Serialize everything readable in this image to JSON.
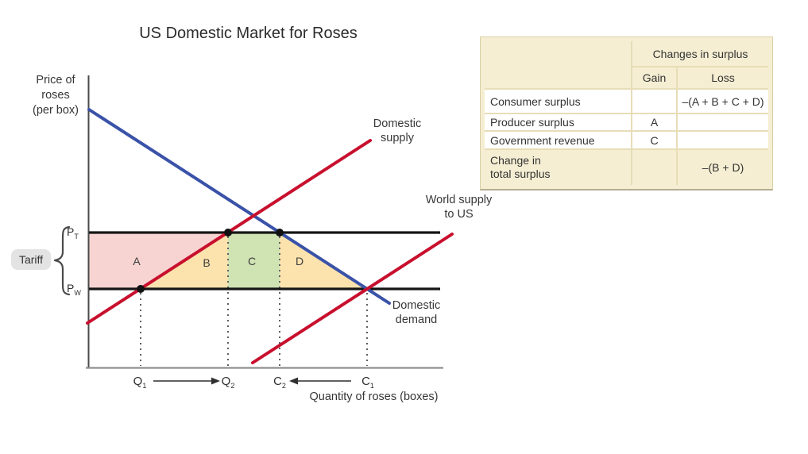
{
  "title": "US Domestic Market for Roses",
  "chart": {
    "y_axis_label_lines": [
      "Price of",
      "roses",
      "(per box)"
    ],
    "x_axis_label": "Quantity of roses (boxes)",
    "tariff_label": "Tariff",
    "price_labels": {
      "pt": {
        "base": "P",
        "sub": "T"
      },
      "pw": {
        "base": "P",
        "sub": "W"
      }
    },
    "x_ticks": [
      {
        "base": "Q",
        "sub": "1"
      },
      {
        "base": "Q",
        "sub": "2"
      },
      {
        "base": "C",
        "sub": "2"
      },
      {
        "base": "C",
        "sub": "1"
      }
    ],
    "region_labels": {
      "a": "A",
      "b": "B",
      "c": "C",
      "d": "D"
    },
    "curve_labels": {
      "domestic_supply_lines": [
        "Domestic",
        "supply"
      ],
      "world_supply_lines": [
        "World supply",
        "to US"
      ],
      "domestic_demand_lines": [
        "Domestic",
        "demand"
      ]
    },
    "colors": {
      "supply_red": "#c8102e",
      "demand_blue": "#3a52a8",
      "region_a_pink": "#f7d4d1",
      "region_b_yellow": "#fce3ae",
      "region_c_green": "#cfe3b3",
      "region_d_yellow": "#fce3ae",
      "price_line_black": "#151515",
      "table_beige": "#f5eed3"
    }
  },
  "table": {
    "changes_header": "Changes in surplus",
    "gain_header": "Gain",
    "loss_header": "Loss",
    "rows": [
      {
        "label": "Consumer surplus",
        "gain": "",
        "loss": "–(A + B + C + D)"
      },
      {
        "label": "Producer surplus",
        "gain": "A",
        "loss": ""
      },
      {
        "label": "Government revenue",
        "gain": "C",
        "loss": ""
      }
    ],
    "footer_label_lines": [
      "Change in",
      "total surplus"
    ],
    "footer_gain": "",
    "footer_loss": "–(B + D)"
  },
  "chart_data": {
    "type": "line",
    "title": "US Domestic Market for Roses",
    "xlabel": "Quantity of roses (boxes)",
    "ylabel": "Price of roses (per box)",
    "xlim": [
      0,
      10
    ],
    "ylim": [
      0,
      10
    ],
    "grid": false,
    "axes_numeric_labels": false,
    "series": [
      {
        "name": "Domestic demand",
        "color": "#3a52a8",
        "points": [
          [
            0,
            8.8
          ],
          [
            8.5,
            2.2
          ]
        ]
      },
      {
        "name": "Domestic supply",
        "color": "#c8102e",
        "points": [
          [
            0,
            1.5
          ],
          [
            7.9,
            7.7
          ]
        ]
      },
      {
        "name": "World supply to US",
        "color": "#c8102e",
        "points": [
          [
            4.6,
            0.2
          ],
          [
            10.2,
            4.5
          ]
        ]
      }
    ],
    "price_lines": [
      {
        "label": "PT",
        "value": 4.6
      },
      {
        "label": "PW",
        "value": 2.7
      }
    ],
    "x_ticks": [
      {
        "label": "Q1",
        "value": 1.5
      },
      {
        "label": "Q2",
        "value": 3.9
      },
      {
        "label": "C2",
        "value": 5.4
      },
      {
        "label": "C1",
        "value": 7.9
      }
    ],
    "tick_arrows": [
      {
        "from": "Q1",
        "to": "Q2",
        "direction": "right"
      },
      {
        "from": "C1",
        "to": "C2",
        "direction": "left"
      }
    ],
    "key_points": [
      {
        "at": [
          "Q1",
          "PW"
        ],
        "coords": [
          1.5,
          2.7
        ],
        "marker": "black-dot"
      },
      {
        "at": [
          "Q2",
          "PT"
        ],
        "coords": [
          3.9,
          4.6
        ],
        "marker": "black-dot"
      },
      {
        "at": [
          "C2",
          "PT"
        ],
        "coords": [
          5.4,
          4.6
        ],
        "marker": "black-dot"
      }
    ],
    "regions": [
      {
        "label": "A",
        "fill": "#f7d4d1",
        "bounds": "between PW and PT, left of domestic supply"
      },
      {
        "label": "B",
        "fill": "#fce3ae",
        "bounds": "triangle between domestic supply, Q2 and PW"
      },
      {
        "label": "C",
        "fill": "#cfe3b3",
        "bounds": "rectangle between Q2 and C2, PW to PT"
      },
      {
        "label": "D",
        "fill": "#fce3ae",
        "bounds": "triangle between C2, domestic demand and PW"
      }
    ],
    "tariff_brace": "Tariff = PT minus PW"
  }
}
